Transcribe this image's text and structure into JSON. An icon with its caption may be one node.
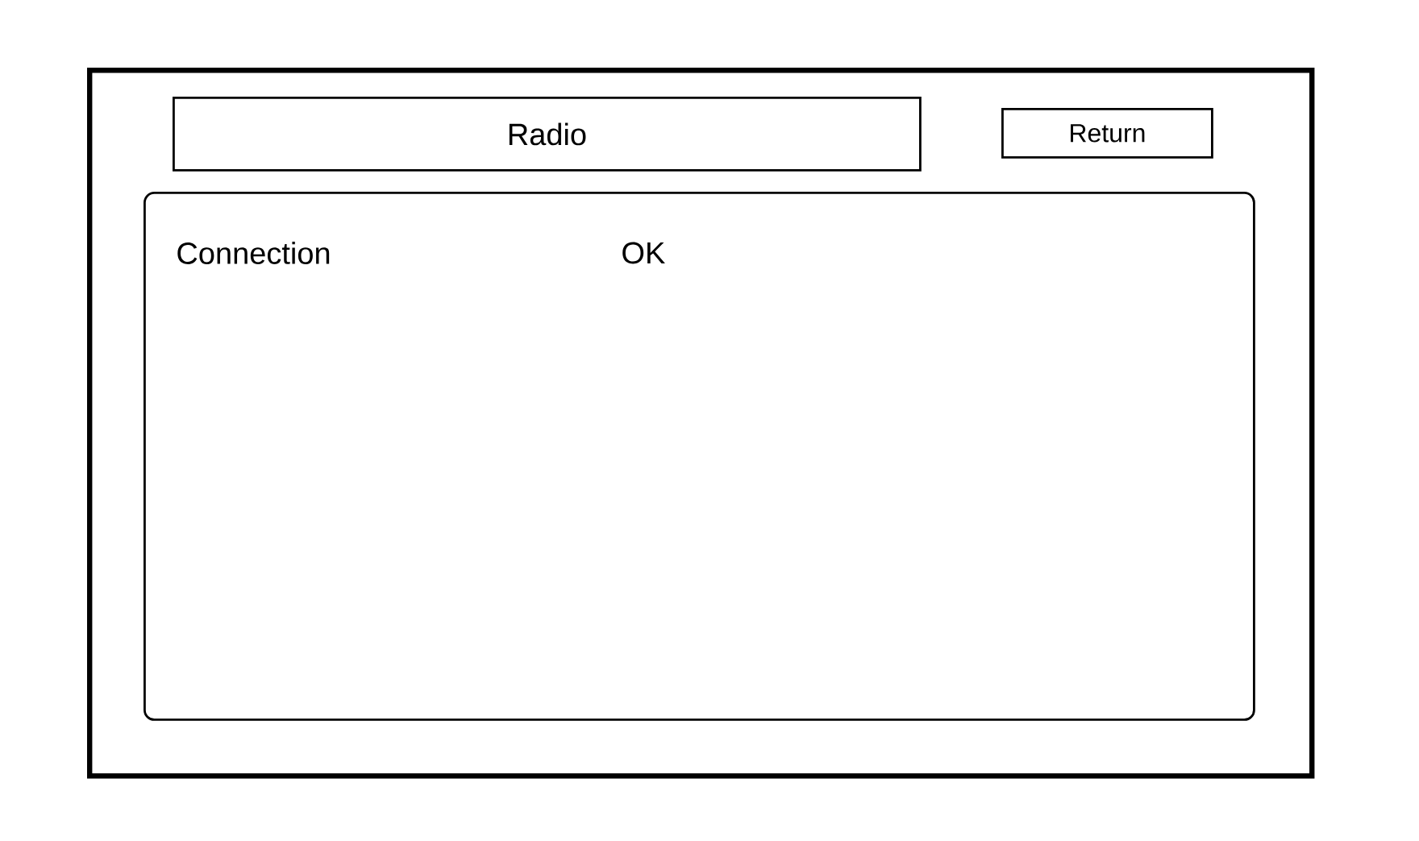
{
  "diagram": {
    "nodes": [
      {
        "text": [],
        "shape": "box"
      },
      {
        "text": [
          "Radio"
        ],
        "in": 0
      },
      {
        "text": [
          "Return"
        ],
        "in": 0
      },
      {
        "text": [
          "Connection",
          "OK"
        ],
        "in": 0
      }
    ]
  }
}
